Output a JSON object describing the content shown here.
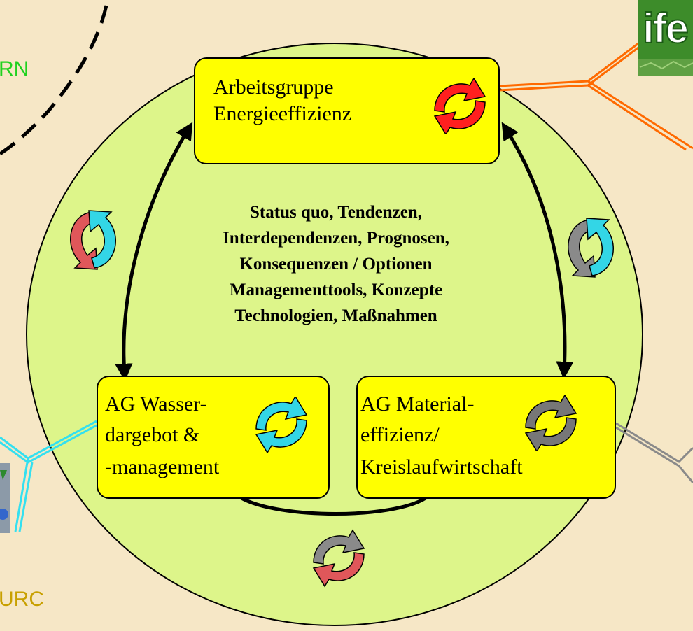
{
  "boxes": {
    "energy": {
      "line1": "Arbeitsgruppe",
      "line2": "Energieeffizienz"
    },
    "water": {
      "line1": "AG Wasser-",
      "line2": "dargebot &",
      "line3": "-management"
    },
    "material": {
      "line1": "AG Material-",
      "line2": "effizienz/",
      "line3": "Kreislaufwirtschaft"
    }
  },
  "center_text": [
    "Status quo, Tendenzen,",
    "Interdependenzen, Prognosen,",
    "Konsequenzen / Optionen",
    "Managementtools,  Konzepte",
    "Technologien, Maßnahmen"
  ],
  "edge_labels": {
    "top_left_partial": "RN",
    "bottom_left_partial": "URC",
    "logo_partial": "ife"
  },
  "colors": {
    "background": "#f6e7c6",
    "circle_fill": "#ddf58a",
    "box_fill": "#ffff00",
    "energy_accent": "#ff6a00",
    "water_accent": "#33e0f0",
    "material_accent": "#8a8a8a",
    "label_green": "#1fd11f",
    "label_gold": "#c8a000"
  },
  "icons": {
    "cycle": "circular-arrows-icon"
  }
}
